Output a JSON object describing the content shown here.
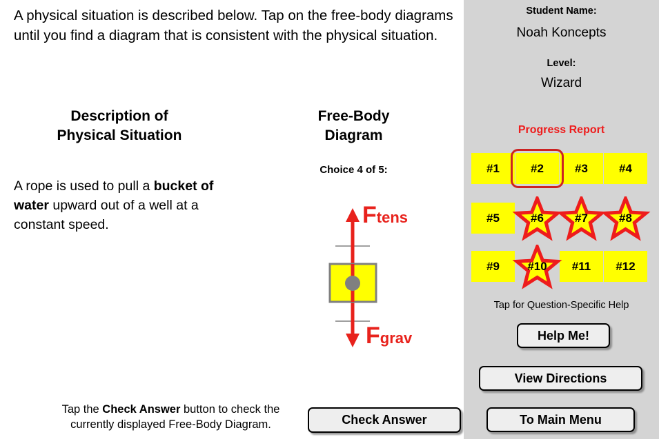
{
  "instructions": "A physical situation is described below. Tap on the free-body diagrams until you find a diagram that is consistent with the physical situation.",
  "columns": {
    "description_heading_line1": "Description of",
    "description_heading_line2": "Physical Situation",
    "fbd_heading_line1": "Free-Body",
    "fbd_heading_line2": "Diagram",
    "choice_label": "Choice 4 of 5:"
  },
  "description": {
    "part1": "A rope is used to pull a ",
    "bold": "bucket of water",
    "part2": " upward out of a well at a constant speed."
  },
  "diagram": {
    "up_force_main": "F",
    "up_force_sub": "tens",
    "down_force_main": "F",
    "down_force_sub": "grav",
    "arrow_color": "#e8221c",
    "box_fill": "#ffff00",
    "box_stroke": "#808080",
    "dot_color": "#808080"
  },
  "bottom": {
    "hint_part1": "Tap the ",
    "hint_bold": "Check Answer",
    "hint_part2": " button to check the currently displayed Free-Body Diagram.",
    "check_answer_label": "Check Answer"
  },
  "sidebar": {
    "student_name_label": "Student Name:",
    "student_name": "Noah Koncepts",
    "level_label": "Level:",
    "level": "Wizard",
    "progress_report_title": "Progress Report",
    "progress_report_color": "#ee1c1c",
    "help_hint": "Tap for Question-Specific Help",
    "buttons": {
      "help_me": "Help Me!",
      "view_directions": "View Directions",
      "to_main_menu": "To Main Menu"
    },
    "progress": [
      {
        "label": "#1",
        "type": "box",
        "highlighted": false
      },
      {
        "label": "#2",
        "type": "box",
        "highlighted": true
      },
      {
        "label": "#3",
        "type": "box",
        "highlighted": false
      },
      {
        "label": "#4",
        "type": "box",
        "highlighted": false
      },
      {
        "label": "#5",
        "type": "box",
        "highlighted": false
      },
      {
        "label": "#6",
        "type": "star",
        "highlighted": false
      },
      {
        "label": "#7",
        "type": "star",
        "highlighted": false
      },
      {
        "label": "#8",
        "type": "star",
        "highlighted": false
      },
      {
        "label": "#9",
        "type": "box",
        "highlighted": false
      },
      {
        "label": "#10",
        "type": "star",
        "highlighted": false
      },
      {
        "label": "#11",
        "type": "box",
        "highlighted": false
      },
      {
        "label": "#12",
        "type": "box",
        "highlighted": false
      }
    ]
  }
}
